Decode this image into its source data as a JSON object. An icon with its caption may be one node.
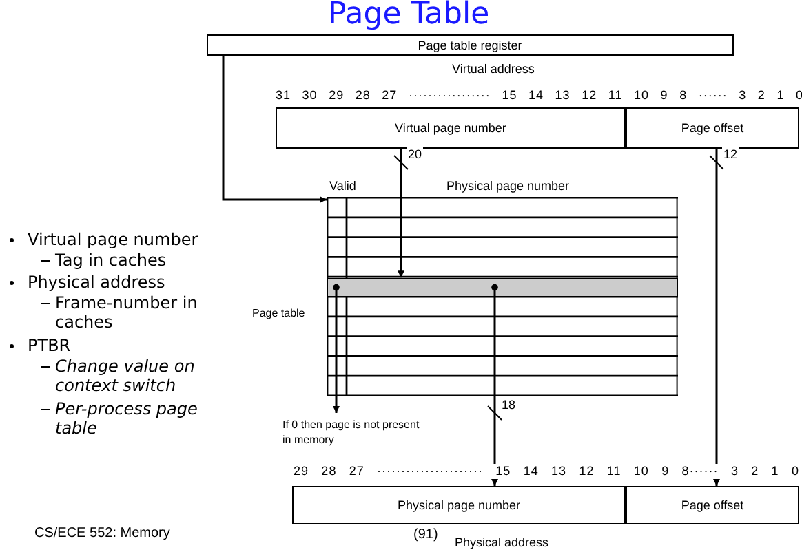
{
  "diagram": {
    "title": "Page Table",
    "nodes": [
      {
        "text": [
          "Page table register"
        ]
      },
      {
        "text": [
          "Virtual page number"
        ]
      },
      {
        "text": [
          "Page offset"
        ]
      },
      {
        "text": [
          "Valid",
          "Physical page number"
        ],
        "beside": [
          "Page table"
        ]
      },
      {
        "text": [],
        "shape": "bar",
        "in": 3
      },
      {
        "text": [
          "If 0 then page is not present in memory"
        ]
      },
      {
        "text": [
          "Physical page number"
        ]
      },
      {
        "text": [
          "Page offset"
        ]
      }
    ],
    "edges": [
      {
        "from": 0,
        "to": 3,
        "arrow": "to"
      },
      {
        "from": 1,
        "to": 4,
        "arrow": "to",
        "label": "20"
      },
      {
        "from": 2,
        "to": 7,
        "arrow": "to",
        "label": "12"
      },
      {
        "from": 4,
        "to": 5,
        "arrow": "to"
      },
      {
        "from": 4,
        "to": 6,
        "arrow": "to",
        "label": "18"
      }
    ],
    "labels": [
      "Virtual address",
      "31 30 29 28 27 ················· 15 14 13 12 11 10 9 8 ······ 3 2 1 0",
      "Virtual page number",
      "Tag in caches",
      "Physical address",
      "Frame-number in caches",
      "PTBR",
      "Change value on context switch",
      "Per-process page table",
      "29 28 27 ······················ 15 14 13 12 11 10 9 8······ 3 2 1 0",
      "CS/ECE 552: Memory",
      "(91)",
      "Physical address"
    ]
  }
}
